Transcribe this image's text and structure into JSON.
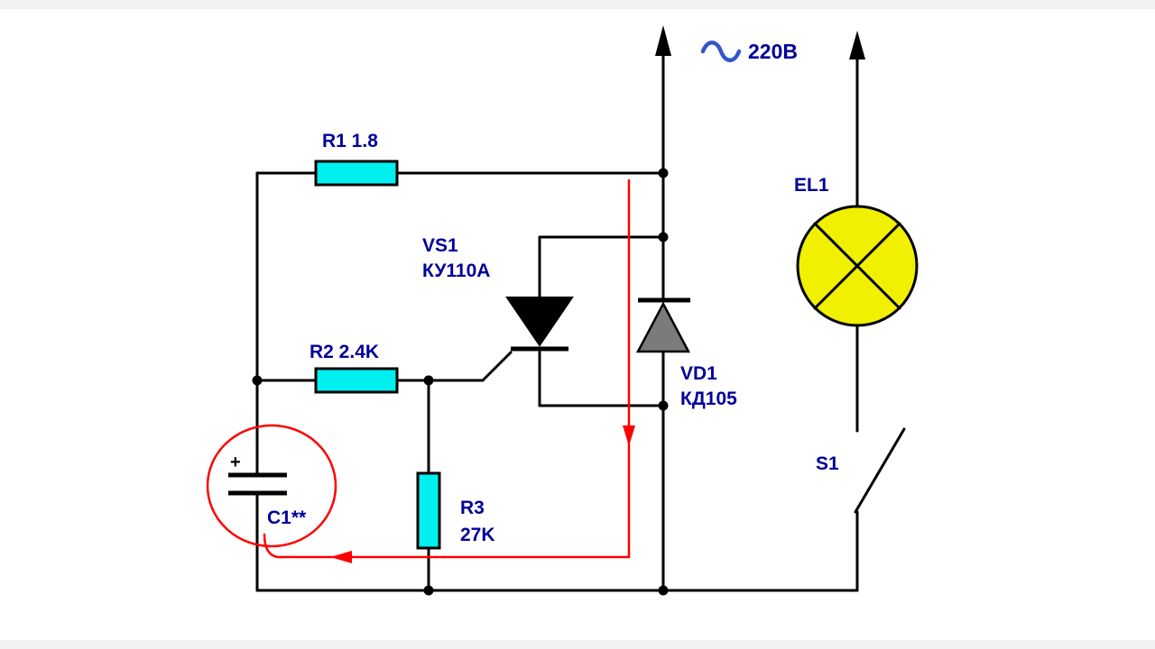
{
  "colors": {
    "background": "#ffffff",
    "letterbox": "#f1f1f1",
    "wire": "#000000",
    "label": "#000099",
    "resistor_fill": "#00efef",
    "lamp_fill": "#f0f000",
    "diode_fill": "#7b7b7b",
    "thyristor_fill": "#000000",
    "annotation": "#ff0000",
    "supply_tilde": "#3355cc"
  },
  "components": {
    "supply": {
      "label": "220В",
      "symbol": "~"
    },
    "r1": {
      "label": "R1 1.8"
    },
    "r2": {
      "label": "R2 2.4K"
    },
    "r3": {
      "ref": "R3",
      "value": "27K"
    },
    "c1": {
      "label": "C1**",
      "polarity": "+"
    },
    "vs1": {
      "ref": "VS1",
      "value": "КУ110А"
    },
    "vd1": {
      "ref": "VD1",
      "value": "КД105"
    },
    "el1": {
      "label": "EL1"
    },
    "s1": {
      "label": "S1"
    }
  }
}
